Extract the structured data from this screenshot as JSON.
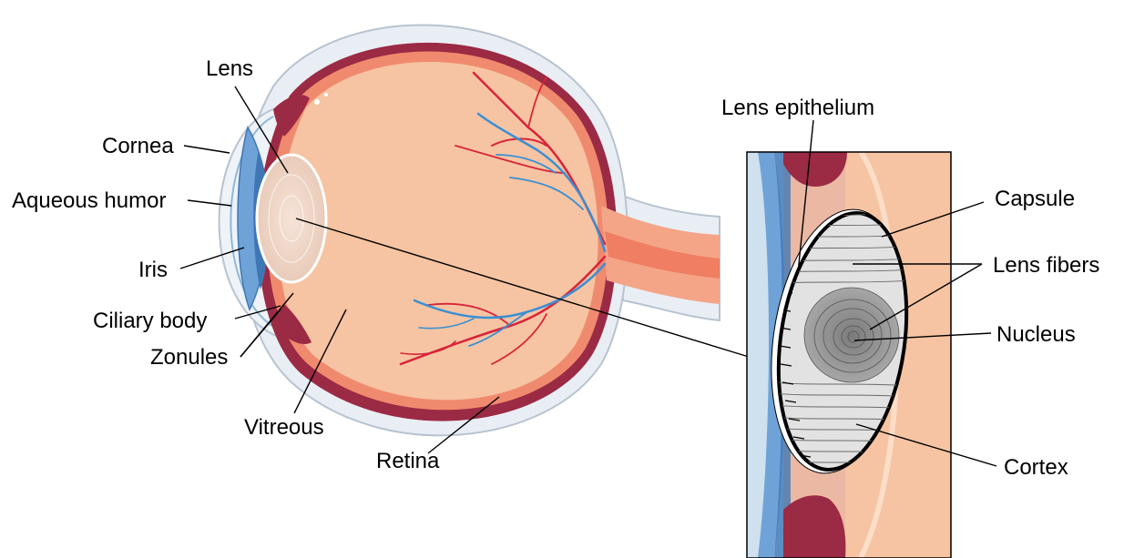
{
  "labels": {
    "lens": "Lens",
    "cornea": "Cornea",
    "aqueous_humor": "Aqueous humor",
    "iris": "Iris",
    "ciliary_body": "Ciliary body",
    "zonules": "Zonules",
    "vitreous": "Vitreous",
    "retina": "Retina",
    "lens_epithelium": "Lens epithelium",
    "capsule": "Capsule",
    "lens_fibers": "Lens fibers",
    "nucleus": "Nucleus",
    "cortex": "Cortex"
  },
  "colors": {
    "sclera_outer": "#e9eef4",
    "sclera_edge": "#b7c3cf",
    "choroid": "#9b2a44",
    "retina_layer": "#f08a6e",
    "vitreous": "#f6c4a2",
    "optic_nerve": "#f4a588",
    "artery": "#d8243a",
    "vein": "#3b8fd4",
    "iris_blue": "#6fa3d8",
    "lens_fibers": "#dcdcdc",
    "nucleus": "#8e8e8e"
  }
}
